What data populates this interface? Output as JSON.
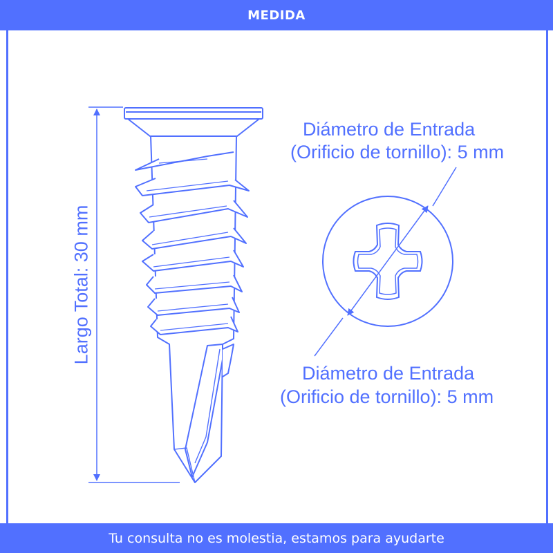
{
  "header": {
    "title": "MEDIDA"
  },
  "footer": {
    "text": "Tu consulta no es molestia, estamos para ayudarte"
  },
  "labels": {
    "length": "Largo Total: 30 mm",
    "top_line1": "Diámetro de Entrada",
    "top_line2": "(Orificio de tornillo): 5 mm",
    "bottom_line1": "Diámetro de Entrada",
    "bottom_line2": "(Orificio de tornillo): 5 mm"
  },
  "colors": {
    "accent": "#5170FF",
    "background": "#FFFFFF"
  },
  "icons": {
    "screw": "self-drilling-screw-icon",
    "head": "phillips-head-icon"
  }
}
